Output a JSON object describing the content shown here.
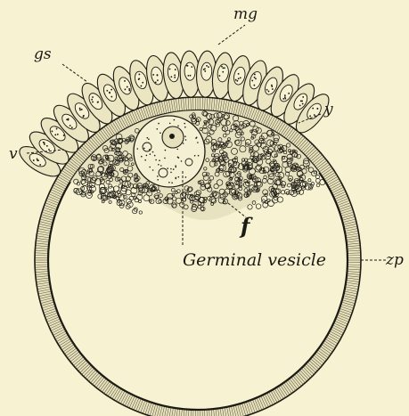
{
  "figure": {
    "labels": {
      "mg": "mg",
      "gs": "gs",
      "y": "y",
      "v": "v",
      "f": "f",
      "germinal_vesicle": "Germinal vesicle",
      "zp": "zp"
    },
    "colors": {
      "background": "#f6f2d2",
      "ink": "#1c1a14",
      "zona_fill": "#e9e3bd"
    }
  }
}
